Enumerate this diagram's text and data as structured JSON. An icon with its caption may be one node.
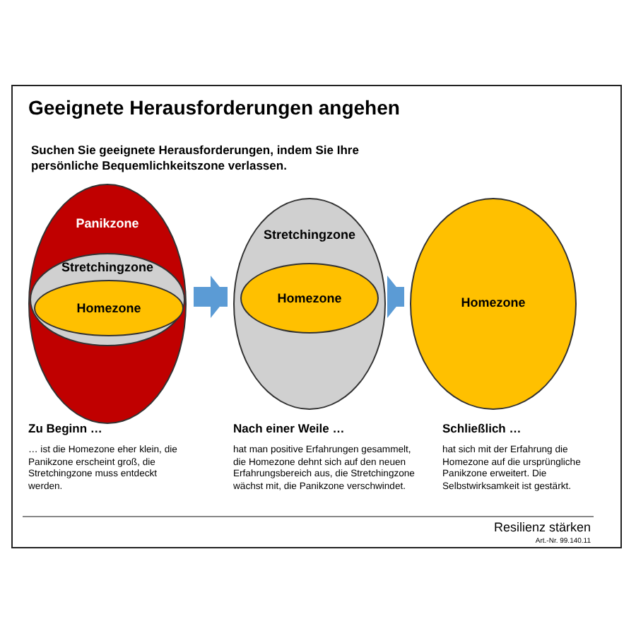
{
  "diagram": {
    "title": "Geeignete Herausforderungen angehen",
    "nodes": [
      {
        "text": [
          "Panikzone"
        ],
        "beside": [
          "Zu Beginn …",
          "… ist die Homezone eher klein, die Panikzone erscheint groß, die Stretchingzone muss entdeckt werden."
        ]
      },
      {
        "text": [
          "Stretchingzone"
        ],
        "in": 0
      },
      {
        "text": [
          "Homezone"
        ],
        "in": 1
      },
      {
        "text": [
          "Stretchingzone"
        ],
        "beside": [
          "Nach einer Weile …",
          "hat man positive Erfahrungen gesammelt, die Homezone dehnt sich auf den neuen Erfahrungsbereich aus, die Stretchingzone wächst mit, die Panikzone verschwindet."
        ]
      },
      {
        "text": [
          "Homezone"
        ],
        "in": 3
      },
      {
        "text": [
          "Homezone"
        ],
        "beside": [
          "Schließlich …",
          "hat sich mit der Erfahrung die Homezone auf die ursprüngliche Panikzone erweitert. Die Selbstwirksamkeit ist gestärkt."
        ]
      }
    ],
    "edges": [
      {
        "from": 0,
        "to": 3,
        "arrow": "to"
      },
      {
        "from": 3,
        "to": 5,
        "arrow": "to"
      }
    ],
    "labels": [
      "Suchen Sie geeignete Herausforderungen, indem Sie Ihre persönliche Bequemlichkeitszone verlassen.",
      "Resilienz stärken",
      "Art.-Nr. 99.140.11"
    ]
  }
}
